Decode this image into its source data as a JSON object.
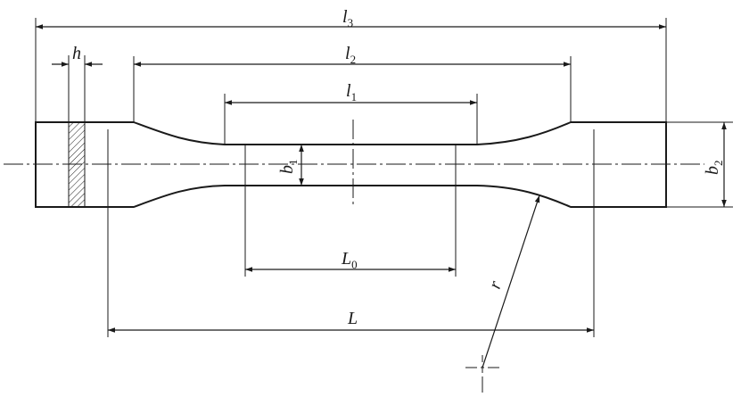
{
  "figure": {
    "dimensions": {
      "l3": {
        "base": "l",
        "sub": "3"
      },
      "l2": {
        "base": "l",
        "sub": "2"
      },
      "l1": {
        "base": "l",
        "sub": "1"
      },
      "h": {
        "base": "h",
        "sub": ""
      },
      "b1": {
        "base": "b",
        "sub": "1"
      },
      "b2": {
        "base": "b",
        "sub": "2"
      },
      "L0": {
        "base": "L",
        "sub": "0"
      },
      "L": {
        "base": "L",
        "sub": ""
      },
      "r": {
        "base": "r",
        "sub": ""
      }
    }
  }
}
